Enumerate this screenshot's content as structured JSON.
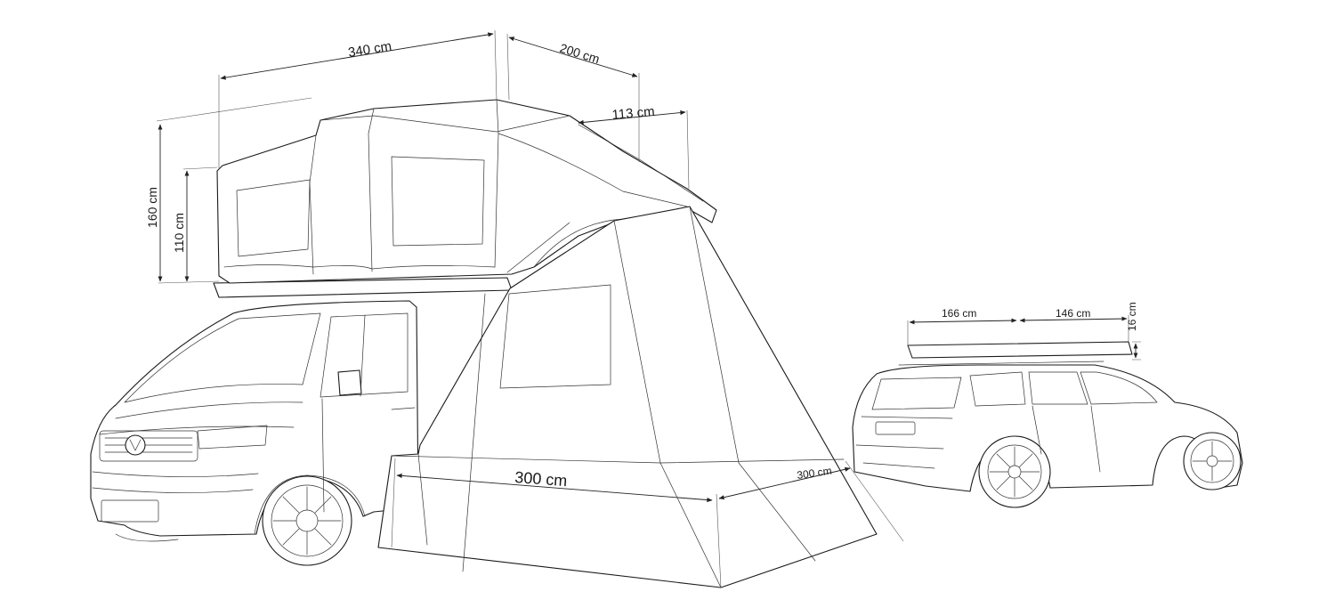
{
  "dimensions": {
    "tent_length": "340 cm",
    "tent_width": "200 cm",
    "annex_depth": "113 cm",
    "total_height": "160 cm",
    "closed_height": "110 cm",
    "annex_floor_length": "300 cm",
    "annex_floor_width": "300 cm",
    "packed_length": "166 cm",
    "packed_width": "146 cm",
    "packed_height": "16 cm"
  },
  "colors": {
    "line": "#1a1a1a",
    "background": "#ffffff"
  }
}
